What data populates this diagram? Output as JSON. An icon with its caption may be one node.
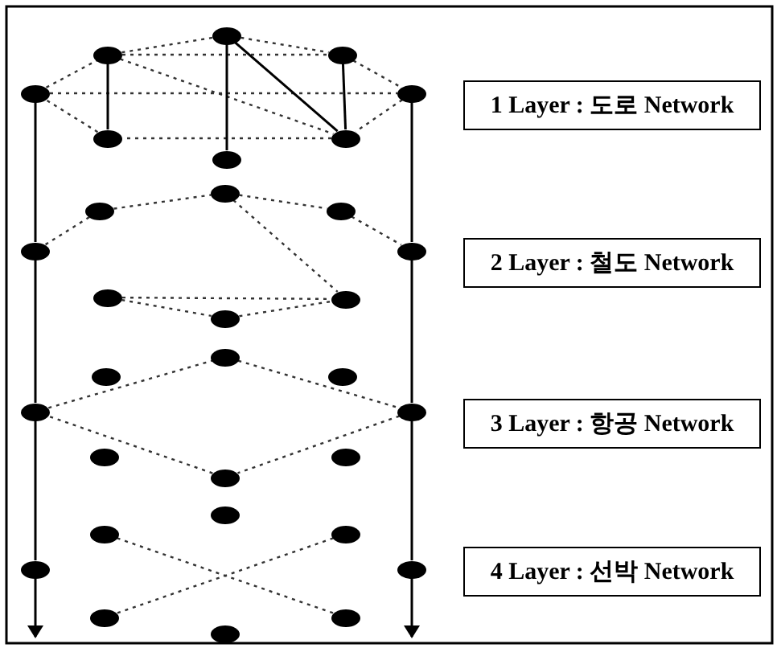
{
  "diagram": {
    "nodes": [
      {
        "text": [],
        "shape": "circle"
      },
      {
        "text": [],
        "shape": "circle"
      },
      {
        "text": [],
        "shape": "circle"
      },
      {
        "text": [],
        "shape": "circle"
      },
      {
        "text": [],
        "shape": "circle"
      },
      {
        "text": [],
        "shape": "circle"
      },
      {
        "text": [],
        "shape": "circle"
      },
      {
        "text": [],
        "shape": "circle"
      },
      {
        "text": [
          "1 Layer : 도로 Network"
        ]
      },
      {
        "text": [],
        "shape": "circle"
      },
      {
        "text": [],
        "shape": "circle"
      },
      {
        "text": [],
        "shape": "circle"
      },
      {
        "text": [],
        "shape": "circle"
      },
      {
        "text": [],
        "shape": "circle"
      },
      {
        "text": [],
        "shape": "circle"
      },
      {
        "text": [],
        "shape": "circle"
      },
      {
        "text": [],
        "shape": "circle"
      },
      {
        "text": [
          "2 Layer : 철도 Network"
        ]
      },
      {
        "text": [],
        "shape": "circle"
      },
      {
        "text": [],
        "shape": "circle"
      },
      {
        "text": [],
        "shape": "circle"
      },
      {
        "text": [],
        "shape": "circle"
      },
      {
        "text": [],
        "shape": "circle"
      },
      {
        "text": [],
        "shape": "circle"
      },
      {
        "text": [],
        "shape": "circle"
      },
      {
        "text": [],
        "shape": "circle"
      },
      {
        "text": [
          "3 Layer : 항공 Network"
        ]
      },
      {
        "text": [],
        "shape": "circle"
      },
      {
        "text": [],
        "shape": "circle"
      },
      {
        "text": [],
        "shape": "circle"
      },
      {
        "text": [],
        "shape": "circle"
      },
      {
        "text": [],
        "shape": "circle"
      },
      {
        "text": [],
        "shape": "circle"
      },
      {
        "text": [],
        "shape": "circle"
      },
      {
        "text": [],
        "shape": "circle"
      },
      {
        "text": [
          "4 Layer : 선박 Network"
        ]
      }
    ],
    "edges": [
      {
        "from": 3,
        "to": 1,
        "arrow": "none",
        "style": "dashed"
      },
      {
        "from": 1,
        "to": 0,
        "arrow": "none",
        "style": "dashed"
      },
      {
        "from": 0,
        "to": 2,
        "arrow": "none",
        "style": "dashed"
      },
      {
        "from": 2,
        "to": 4,
        "arrow": "none",
        "style": "dashed"
      },
      {
        "from": 4,
        "to": 6,
        "arrow": "none",
        "style": "dashed"
      },
      {
        "from": 6,
        "to": 5,
        "arrow": "none",
        "style": "dashed"
      },
      {
        "from": 5,
        "to": 3,
        "arrow": "none",
        "style": "dashed"
      },
      {
        "from": 1,
        "to": 2,
        "arrow": "none",
        "style": "dashed"
      },
      {
        "from": 3,
        "to": 4,
        "arrow": "none",
        "style": "dashed"
      },
      {
        "from": 1,
        "to": 6,
        "arrow": "none",
        "style": "dashed"
      },
      {
        "from": 1,
        "to": 5,
        "arrow": "none"
      },
      {
        "from": 0,
        "to": 7,
        "arrow": "none"
      },
      {
        "from": 2,
        "to": 6,
        "arrow": "none"
      },
      {
        "from": 0,
        "to": 6,
        "arrow": "none"
      },
      {
        "from": 12,
        "to": 10,
        "arrow": "none",
        "style": "dashed"
      },
      {
        "from": 10,
        "to": 9,
        "arrow": "none",
        "style": "dashed"
      },
      {
        "from": 9,
        "to": 11,
        "arrow": "none",
        "style": "dashed"
      },
      {
        "from": 11,
        "to": 13,
        "arrow": "none",
        "style": "dashed"
      },
      {
        "from": 14,
        "to": 15,
        "arrow": "none",
        "style": "dashed"
      },
      {
        "from": 14,
        "to": 16,
        "arrow": "none",
        "style": "dashed"
      },
      {
        "from": 16,
        "to": 15,
        "arrow": "none",
        "style": "dashed"
      },
      {
        "from": 9,
        "to": 15,
        "arrow": "none",
        "style": "dashed"
      },
      {
        "from": 21,
        "to": 18,
        "arrow": "none",
        "style": "dashed"
      },
      {
        "from": 18,
        "to": 22,
        "arrow": "none",
        "style": "dashed"
      },
      {
        "from": 22,
        "to": 25,
        "arrow": "none",
        "style": "dashed"
      },
      {
        "from": 25,
        "to": 21,
        "arrow": "none",
        "style": "dashed"
      },
      {
        "from": 28,
        "to": 33,
        "arrow": "none",
        "style": "dashed"
      },
      {
        "from": 29,
        "to": 32,
        "arrow": "none",
        "style": "dashed"
      },
      {
        "from": 3,
        "to": 12,
        "arrow": "none"
      },
      {
        "from": 12,
        "to": 21,
        "arrow": "none"
      },
      {
        "from": 21,
        "to": 30,
        "arrow": "none"
      },
      {
        "from": 30,
        "to": null,
        "arrow": "to"
      },
      {
        "from": 4,
        "to": 13,
        "arrow": "none"
      },
      {
        "from": 13,
        "to": 22,
        "arrow": "none"
      },
      {
        "from": 22,
        "to": 31,
        "arrow": "none"
      },
      {
        "from": 31,
        "to": null,
        "arrow": "to"
      }
    ]
  }
}
